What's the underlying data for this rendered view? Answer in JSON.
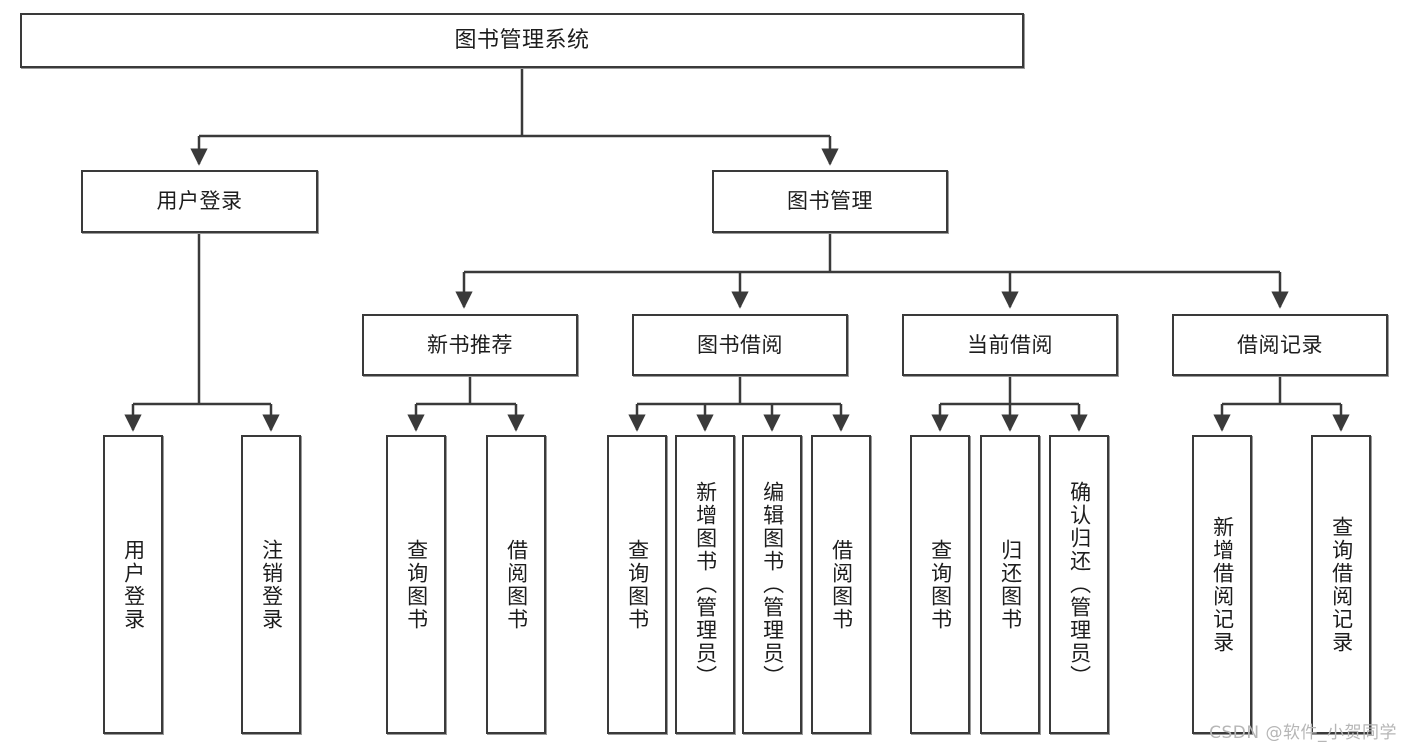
{
  "diagram": {
    "title": "图书管理系统",
    "type": "tree-hierarchy-chart",
    "line_color": "#3a3a3a",
    "box_fill": "#ffffff",
    "text_color": "#1d1d1d"
  },
  "nodes": {
    "root": {
      "label": "图书管理系统"
    },
    "level2": [
      {
        "label": "用户登录"
      },
      {
        "label": "图书管理"
      }
    ],
    "level3": [
      {
        "label": "新书推荐"
      },
      {
        "label": "图书借阅"
      },
      {
        "label": "当前借阅"
      },
      {
        "label": "借阅记录"
      }
    ],
    "leaves": {
      "user_login": [
        {
          "label": "用户登录"
        },
        {
          "label": "注销登录"
        }
      ],
      "new_book": [
        {
          "label": "查询图书"
        },
        {
          "label": "借阅图书"
        }
      ],
      "book_borrow": [
        {
          "label": "查询图书"
        },
        {
          "label": "新增图书（管理员）"
        },
        {
          "label": "编辑图书（管理员）"
        },
        {
          "label": "借阅图书"
        }
      ],
      "current_borrow": [
        {
          "label": "查询图书"
        },
        {
          "label": "归还图书"
        },
        {
          "label": "确认归还（管理员）"
        }
      ],
      "borrow_record": [
        {
          "label": "新增借阅记录"
        },
        {
          "label": "查询借阅记录"
        }
      ]
    }
  },
  "watermark": {
    "text": "CSDN @软件_小贺同学"
  }
}
